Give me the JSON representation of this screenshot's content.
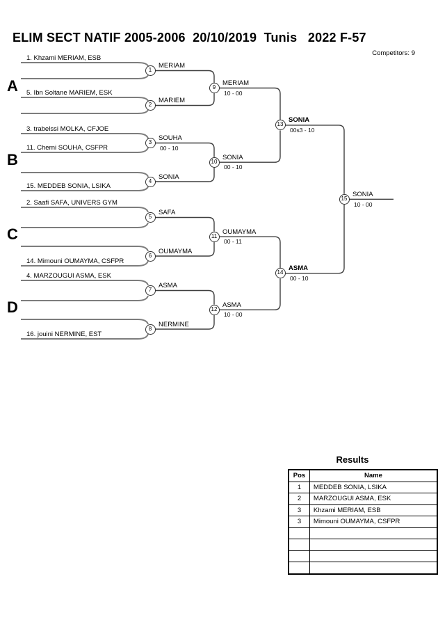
{
  "header": {
    "title": "ELIM SECT NATIF 2005-2006  20/10/2019  Tunis   2022 F-57",
    "competitors": "Competitors: 9"
  },
  "colors": {
    "player_line": "#7d7d7d",
    "connector_line": "#3f3f3f",
    "text": "#000000"
  },
  "bracket": {
    "groups": {
      "a": "A",
      "b": "B",
      "c": "C",
      "d": "D"
    },
    "players": {
      "p1": "1. Khzami MERIAM, ESB",
      "p5": "5. Ibn Soltane MARIEM, ESK",
      "p3": "3. trabelssi MOLKA, CFJOE",
      "p11": "11. Cherni SOUHA, CSFPR",
      "p15": "15. MEDDEB SONIA, LSIKA",
      "p2": "2. Saafi SAFA, UNIVERS GYM",
      "p14": "14. Mimouni OUMAYMA, CSFPR",
      "p4": "4. MARZOUGUI ASMA, ESK",
      "p16": "16. jouini NERMINE, EST"
    },
    "matches": {
      "m1": {
        "no": "1",
        "winner": "MERIAM"
      },
      "m2": {
        "no": "2",
        "winner": "MARIEM"
      },
      "m3": {
        "no": "3",
        "winner": "SOUHA",
        "score": "00 - 10"
      },
      "m4": {
        "no": "4",
        "winner": "SONIA"
      },
      "m5": {
        "no": "5",
        "winner": "SAFA"
      },
      "m6": {
        "no": "6",
        "winner": "OUMAYMA"
      },
      "m7": {
        "no": "7",
        "winner": "ASMA"
      },
      "m8": {
        "no": "8",
        "winner": "NERMINE"
      },
      "m9": {
        "no": "9",
        "winner": "MERIAM",
        "score": "10 - 00"
      },
      "m10": {
        "no": "10",
        "winner": "SONIA",
        "score": "00 - 10"
      },
      "m11": {
        "no": "11",
        "winner": "OUMAYMA",
        "score": "00 - 11"
      },
      "m12": {
        "no": "12",
        "winner": "ASMA",
        "score": "10 - 00"
      },
      "m13": {
        "no": "13",
        "winner": "SONIA",
        "score": "00s3 - 10"
      },
      "m14": {
        "no": "14",
        "winner": "ASMA",
        "score": "00 - 10"
      },
      "m15": {
        "no": "15",
        "winner": "SONIA",
        "score": "10 - 00"
      }
    }
  },
  "results": {
    "heading": "Results",
    "columns": {
      "pos": "Pos",
      "name": "Name"
    },
    "rows": [
      {
        "pos": "1",
        "name": "MEDDEB SONIA, LSIKA"
      },
      {
        "pos": "2",
        "name": "MARZOUGUI ASMA, ESK"
      },
      {
        "pos": "3",
        "name": "Khzami MERIAM, ESB"
      },
      {
        "pos": "3",
        "name": "Mimouni OUMAYMA, CSFPR"
      },
      {
        "pos": "",
        "name": ""
      },
      {
        "pos": "",
        "name": ""
      },
      {
        "pos": "",
        "name": ""
      },
      {
        "pos": "",
        "name": ""
      }
    ]
  }
}
